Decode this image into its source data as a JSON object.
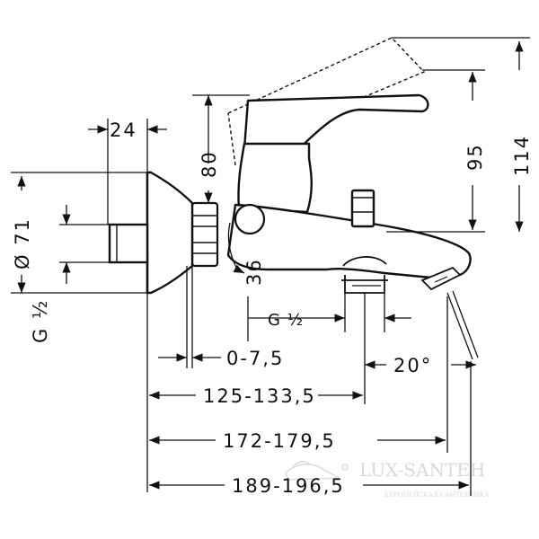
{
  "drawing": {
    "dimensions": {
      "width_24": "24",
      "height_80": "80",
      "dia_71": "Ø 71",
      "thread_left": "G ½",
      "angle_36": "36",
      "height_95": "95",
      "height_114": "114",
      "thread_spout": "G ½",
      "range_0_7_5": "0-7,5",
      "angle_20": "20°",
      "len_125": "125-133,5",
      "len_172": "172-179,5",
      "len_189": "189-196,5"
    },
    "watermark": {
      "brand": "LUX-SANTEH",
      "tagline": "ЕВРОПЕЙСКАЯ САНТЕХНИКА"
    }
  }
}
